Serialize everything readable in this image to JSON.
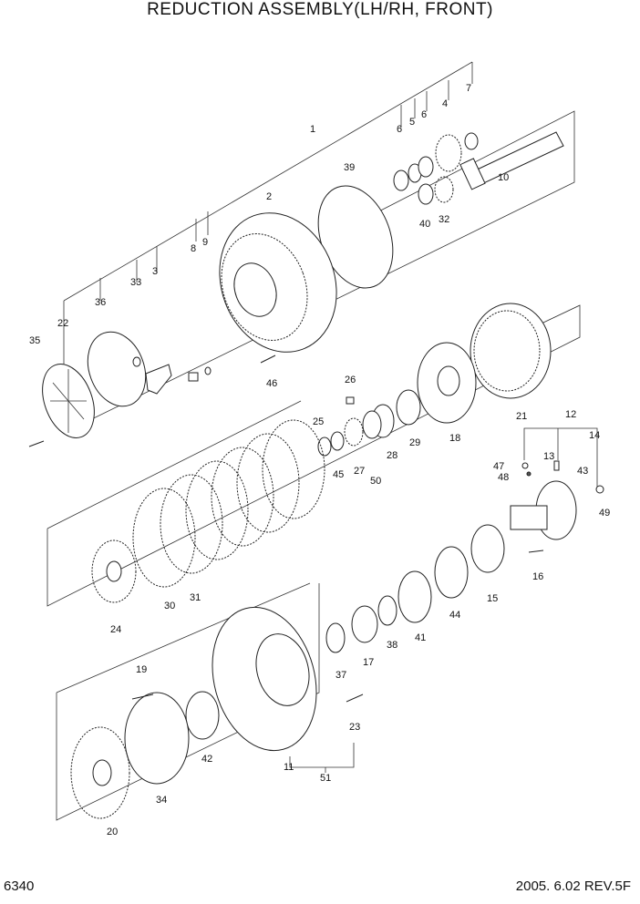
{
  "title": "REDUCTION ASSEMBLY(LH/RH, FRONT)",
  "page_number": "6340",
  "revision": "2005. 6.02  REV.5F",
  "part_labels": [
    {
      "id": "1",
      "label": "1"
    },
    {
      "id": "2",
      "label": "2"
    },
    {
      "id": "3",
      "label": "3"
    },
    {
      "id": "4",
      "label": "4"
    },
    {
      "id": "5",
      "label": "5"
    },
    {
      "id": "6a",
      "label": "6"
    },
    {
      "id": "6b",
      "label": "6"
    },
    {
      "id": "7",
      "label": "7"
    },
    {
      "id": "8",
      "label": "8"
    },
    {
      "id": "9",
      "label": "9"
    },
    {
      "id": "10",
      "label": "10"
    },
    {
      "id": "11",
      "label": "11"
    },
    {
      "id": "12",
      "label": "12"
    },
    {
      "id": "13",
      "label": "13"
    },
    {
      "id": "14",
      "label": "14"
    },
    {
      "id": "15",
      "label": "15"
    },
    {
      "id": "16",
      "label": "16"
    },
    {
      "id": "17",
      "label": "17"
    },
    {
      "id": "18",
      "label": "18"
    },
    {
      "id": "19",
      "label": "19"
    },
    {
      "id": "20",
      "label": "20"
    },
    {
      "id": "21",
      "label": "21"
    },
    {
      "id": "22",
      "label": "22"
    },
    {
      "id": "23",
      "label": "23"
    },
    {
      "id": "24",
      "label": "24"
    },
    {
      "id": "25",
      "label": "25"
    },
    {
      "id": "26",
      "label": "26"
    },
    {
      "id": "27",
      "label": "27"
    },
    {
      "id": "28",
      "label": "28"
    },
    {
      "id": "29",
      "label": "29"
    },
    {
      "id": "30",
      "label": "30"
    },
    {
      "id": "31",
      "label": "31"
    },
    {
      "id": "32",
      "label": "32"
    },
    {
      "id": "33",
      "label": "33"
    },
    {
      "id": "34",
      "label": "34"
    },
    {
      "id": "35",
      "label": "35"
    },
    {
      "id": "36",
      "label": "36"
    },
    {
      "id": "37",
      "label": "37"
    },
    {
      "id": "38",
      "label": "38"
    },
    {
      "id": "39",
      "label": "39"
    },
    {
      "id": "40",
      "label": "40"
    },
    {
      "id": "41",
      "label": "41"
    },
    {
      "id": "42",
      "label": "42"
    },
    {
      "id": "43",
      "label": "43"
    },
    {
      "id": "44",
      "label": "44"
    },
    {
      "id": "45",
      "label": "45"
    },
    {
      "id": "46",
      "label": "46"
    },
    {
      "id": "47",
      "label": "47"
    },
    {
      "id": "48",
      "label": "48"
    },
    {
      "id": "49",
      "label": "49"
    },
    {
      "id": "50",
      "label": "50"
    },
    {
      "id": "51",
      "label": "51"
    }
  ]
}
